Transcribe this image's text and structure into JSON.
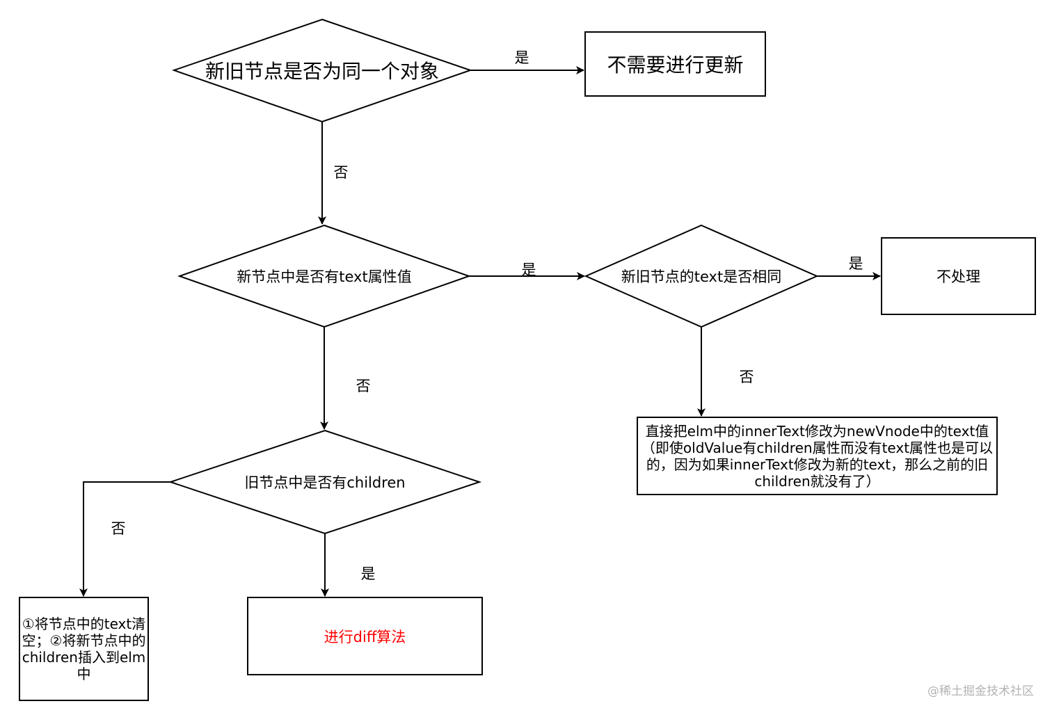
{
  "nodes": {
    "q_same_object": "新旧节点是否为同一个对象",
    "no_update": "不需要进行更新",
    "q_new_has_text": "新节点中是否有text属性值",
    "q_text_same": "新旧节点的text是否相同",
    "no_process": "不处理",
    "set_inner_text": "直接把elm中的innerText修改为newVnode中的text值（即使oldValue有children属性而没有text属性也是可以的，因为如果innerText修改为新的text，那么之前的旧children就没有了）",
    "q_old_has_children": "旧节点中是否有children",
    "clear_and_insert": "①将节点中的text清空；②将新节点中的children插入到elm中",
    "diff": "进行diff算法"
  },
  "edges": {
    "same_yes": "是",
    "same_no": "否",
    "text_yes": "是",
    "text_no": "否",
    "textsame_yes": "是",
    "textsame_no": "否",
    "children_no": "否",
    "children_yes": "是"
  },
  "watermark": "@稀土掘金技术社区",
  "colors": {
    "stroke": "#000000",
    "highlight_text": "#ff0000"
  }
}
